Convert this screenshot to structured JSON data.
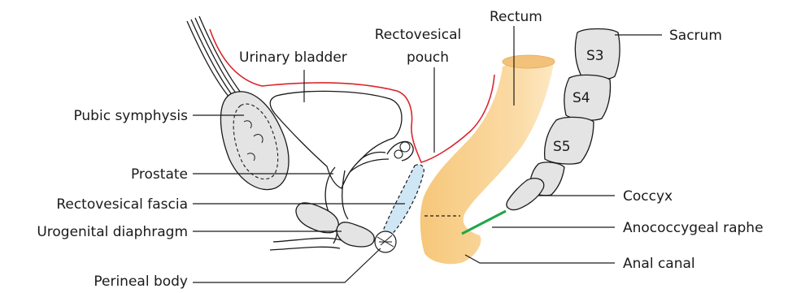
{
  "labels": {
    "rectum": "Rectum",
    "sacrum": "Sacrum",
    "rectovesical_pouch_line1": "Rectovesical",
    "rectovesical_pouch_line2": "pouch",
    "urinary_bladder": "Urinary bladder",
    "pubic_symphysis": "Pubic symphysis",
    "prostate": "Prostate",
    "rectovesical_fascia": "Rectovesical fascia",
    "urogenital_diaphragm": "Urogenital diaphragm",
    "perineal_body": "Perineal body",
    "coccyx": "Coccyx",
    "anococcygeal_raphe": "Anococcygeal raphe",
    "anal_canal": "Anal canal",
    "s3": "S3",
    "s4": "S4",
    "s5": "S5"
  },
  "colors": {
    "peritoneum": "#d9262b",
    "rectum_fill": "#f6c77a",
    "rectum_fill_light": "#fde9c4",
    "bone_fill": "#e4e4e4",
    "fascia_fill": "#cfe6f5",
    "raphe": "#1fa64a",
    "outline": "#1a1a1a"
  }
}
